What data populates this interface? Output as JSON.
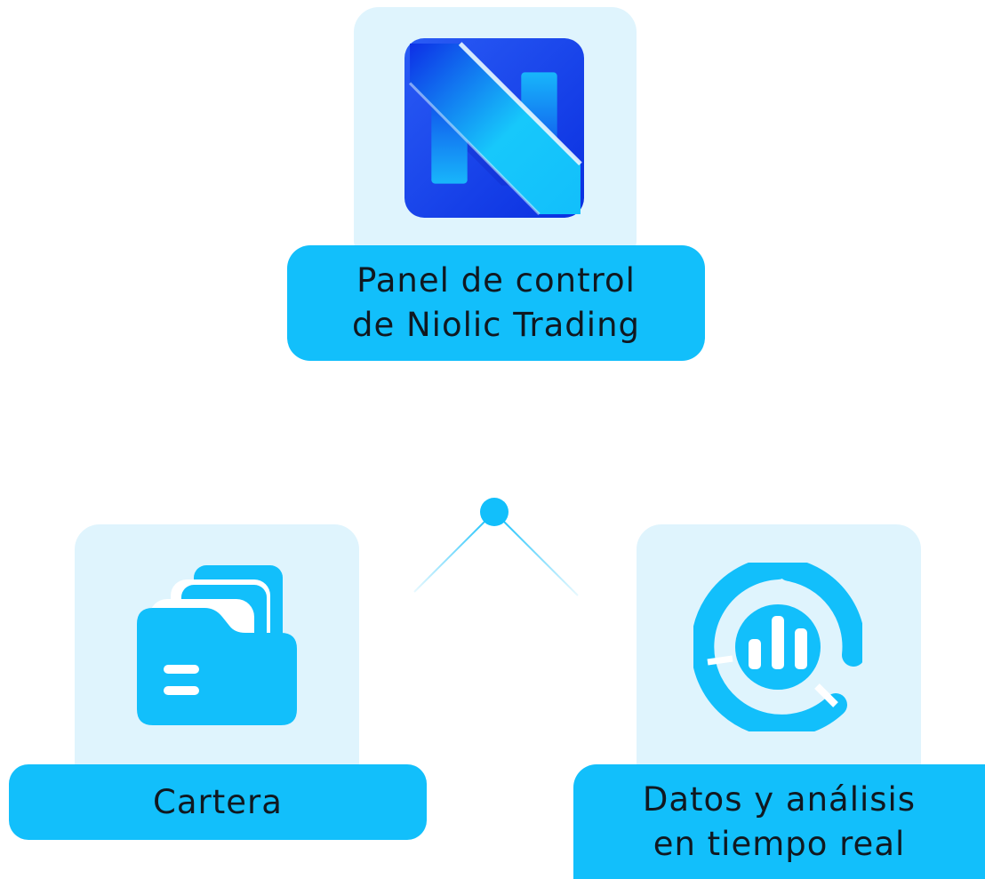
{
  "nodes": {
    "top": {
      "icon": "niolic-logo-icon",
      "lines": [
        "Panel de control",
        "de Niolic Trading"
      ]
    },
    "left": {
      "icon": "folder-icon",
      "lines": [
        "Cartera"
      ]
    },
    "right": {
      "icon": "analytics-chart-icon",
      "lines": [
        "Datos y análisis",
        "en tiempo real"
      ]
    }
  },
  "colors": {
    "accent": "#12bffb",
    "tile_background": "#dff4fd",
    "logo_dark_blue": "#1a3df0",
    "text": "#101820"
  }
}
